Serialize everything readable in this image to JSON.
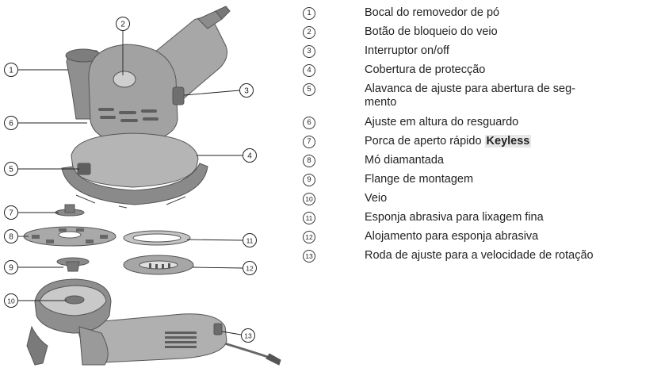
{
  "items": [
    {
      "num": "1",
      "text": "Bocal do removedor de pó"
    },
    {
      "num": "2",
      "text": "Botão de bloqueio do veio"
    },
    {
      "num": "3",
      "text": "Interruptor on/off"
    },
    {
      "num": "4",
      "text": "Cobertura de protecção"
    },
    {
      "num": "5",
      "text": "Alavanca de ajuste para abertura de seg-",
      "text2": "mento"
    },
    {
      "num": "6",
      "text": "Ajuste em altura do resguardo"
    },
    {
      "num": "7",
      "text": "Porca de aperto rápido ",
      "highlight": "Keyless"
    },
    {
      "num": "8",
      "text": "Mó diamantada"
    },
    {
      "num": "9",
      "text": "Flange de montagem"
    },
    {
      "num": "10",
      "text": "Veio"
    },
    {
      "num": "11",
      "text": "Esponja abrasiva para lixagem fina"
    },
    {
      "num": "12",
      "text": "Alojamento para esponja abrasiva"
    },
    {
      "num": "13",
      "text": "Roda de ajuste para a velocidade de rotação"
    }
  ],
  "callouts": {
    "c1": "1",
    "c2": "2",
    "c3": "3",
    "c4": "4",
    "c5": "5",
    "c6": "6",
    "c7": "7",
    "c8": "8",
    "c9": "9",
    "c10": "10",
    "c11": "11",
    "c12": "12",
    "c13": "13"
  }
}
